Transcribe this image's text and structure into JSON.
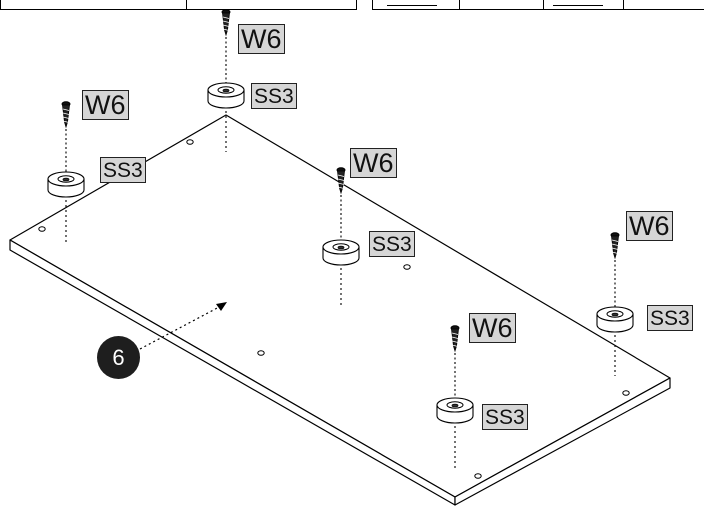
{
  "step": {
    "number": "6"
  },
  "parts": {
    "screw_code": "W6",
    "foot_code": "SS3"
  }
}
